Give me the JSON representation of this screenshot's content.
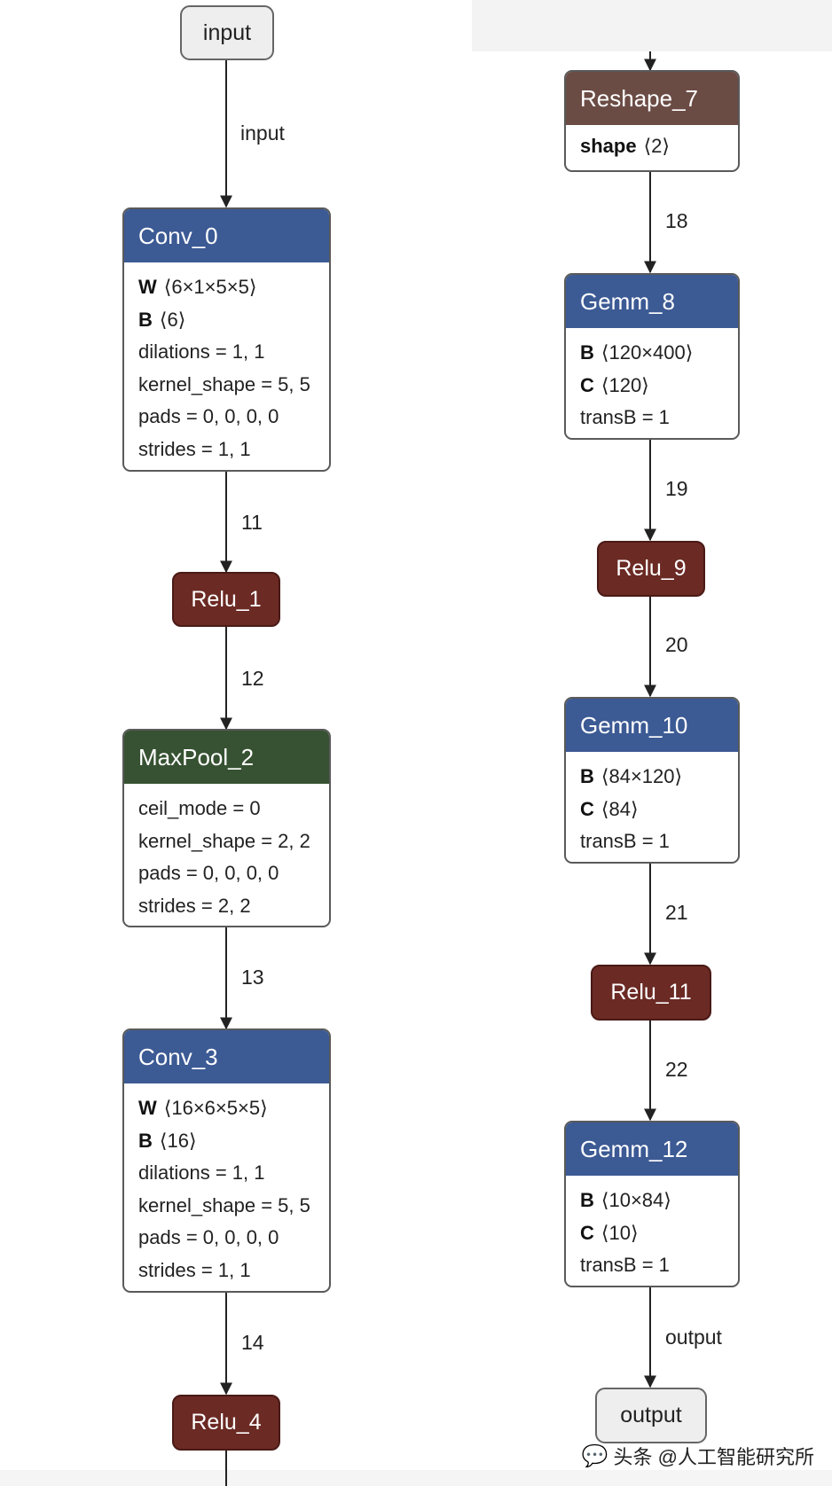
{
  "colors": {
    "conv": "#3c5a94",
    "gemm": "#3c5a94",
    "relu": "#6b2a24",
    "maxpool": "#375232",
    "reshape": "#6b4c45",
    "io_fill": "#eeeeee",
    "edge": "#222222"
  },
  "left": {
    "input_node": "input",
    "edge_input": "input",
    "conv0": {
      "title": "Conv_0",
      "attrs": [
        {
          "k": "W",
          "v": "⟨6×1×5×5⟩"
        },
        {
          "k": "B",
          "v": "⟨6⟩"
        },
        {
          "k": "",
          "v": "dilations = 1, 1"
        },
        {
          "k": "",
          "v": "kernel_shape = 5, 5"
        },
        {
          "k": "",
          "v": "pads = 0, 0, 0, 0"
        },
        {
          "k": "",
          "v": "strides = 1, 1"
        }
      ]
    },
    "edge_11": "11",
    "relu1": "Relu_1",
    "edge_12": "12",
    "maxpool2": {
      "title": "MaxPool_2",
      "attrs": [
        {
          "k": "",
          "v": "ceil_mode = 0"
        },
        {
          "k": "",
          "v": "kernel_shape = 2, 2"
        },
        {
          "k": "",
          "v": "pads = 0, 0, 0, 0"
        },
        {
          "k": "",
          "v": "strides = 2, 2"
        }
      ]
    },
    "edge_13": "13",
    "conv3": {
      "title": "Conv_3",
      "attrs": [
        {
          "k": "W",
          "v": "⟨16×6×5×5⟩"
        },
        {
          "k": "B",
          "v": "⟨16⟩"
        },
        {
          "k": "",
          "v": "dilations = 1, 1"
        },
        {
          "k": "",
          "v": "kernel_shape = 5, 5"
        },
        {
          "k": "",
          "v": "pads = 0, 0, 0, 0"
        },
        {
          "k": "",
          "v": "strides = 1, 1"
        }
      ]
    },
    "edge_14": "14",
    "relu4": "Relu_4"
  },
  "right": {
    "reshape7": {
      "title": "Reshape_7",
      "attrs": [
        {
          "k": "shape",
          "v": "⟨2⟩"
        }
      ]
    },
    "edge_18": "18",
    "gemm8": {
      "title": "Gemm_8",
      "attrs": [
        {
          "k": "B",
          "v": "⟨120×400⟩"
        },
        {
          "k": "C",
          "v": "⟨120⟩"
        },
        {
          "k": "",
          "v": "transB = 1"
        }
      ]
    },
    "edge_19": "19",
    "relu9": "Relu_9",
    "edge_20": "20",
    "gemm10": {
      "title": "Gemm_10",
      "attrs": [
        {
          "k": "B",
          "v": "⟨84×120⟩"
        },
        {
          "k": "C",
          "v": "⟨84⟩"
        },
        {
          "k": "",
          "v": "transB = 1"
        }
      ]
    },
    "edge_21": "21",
    "relu11": "Relu_11",
    "edge_22": "22",
    "gemm12": {
      "title": "Gemm_12",
      "attrs": [
        {
          "k": "B",
          "v": "⟨10×84⟩"
        },
        {
          "k": "C",
          "v": "⟨10⟩"
        },
        {
          "k": "",
          "v": "transB = 1"
        }
      ]
    },
    "edge_output": "output",
    "output_node": "output"
  },
  "watermark": {
    "icon": "chat-bubble-icon",
    "text": "头条 @人工智能研究所"
  }
}
